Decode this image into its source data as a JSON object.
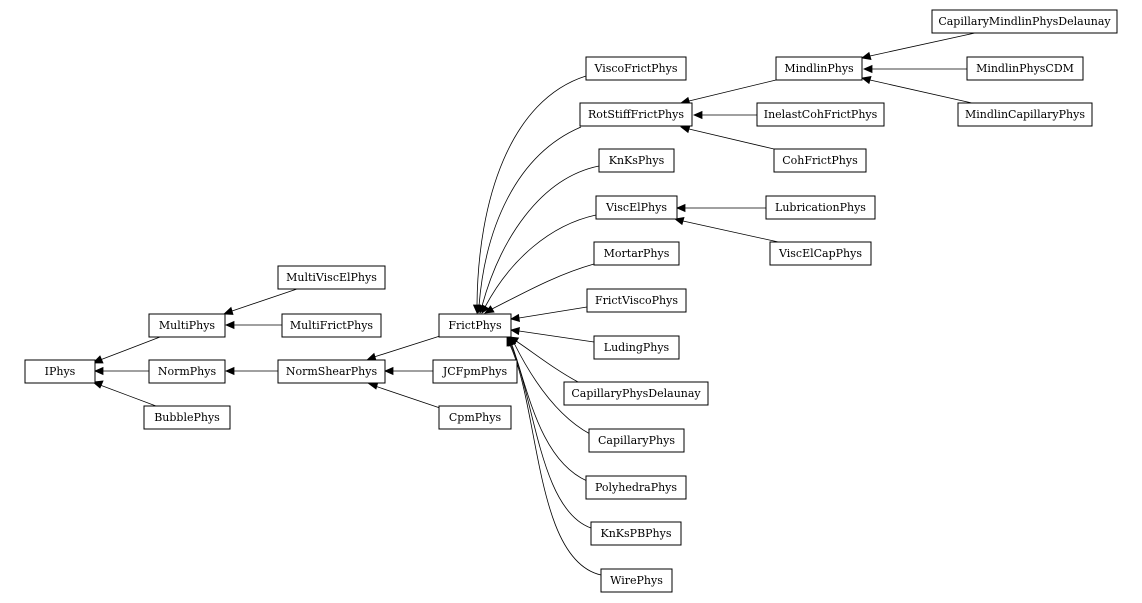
{
  "diagram": {
    "nodes": {
      "iphys": "IPhys",
      "multiphys": "MultiPhys",
      "normphys": "NormPhys",
      "bubblephys": "BubblePhys",
      "multiviscelphys": "MultiViscElPhys",
      "multifrictphys": "MultiFrictPhys",
      "normshearphys": "NormShearPhys",
      "jcfpmphys": "JCFpmPhys",
      "cpmphys": "CpmPhys",
      "frictphys": "FrictPhys",
      "viscofrictphys": "ViscoFrictPhys",
      "rotstifffrictphys": "RotStiffFrictPhys",
      "knksphys": "KnKsPhys",
      "viscelphys": "ViscElPhys",
      "mortarphys": "MortarPhys",
      "frictviscophys": "FrictViscoPhys",
      "ludingphys": "LudingPhys",
      "capillaryphysdelaunay": "CapillaryPhysDelaunay",
      "capillaryphys": "CapillaryPhys",
      "polyhedraphys": "PolyhedraPhys",
      "knkspbphys": "KnKsPBPhys",
      "wirephys": "WirePhys",
      "mindlinphys": "MindlinPhys",
      "inelastcohfrictphys": "InelastCohFrictPhys",
      "cohfrictphys": "CohFrictPhys",
      "lubricationphys": "LubricationPhys",
      "viscelcapphys": "ViscElCapPhys",
      "capillarymindlinphysdelaunay": "CapillaryMindlinPhysDelaunay",
      "mindlinphyscdm": "MindlinPhysCDM",
      "mindlincapillaryphys": "MindlinCapillaryPhys"
    }
  }
}
